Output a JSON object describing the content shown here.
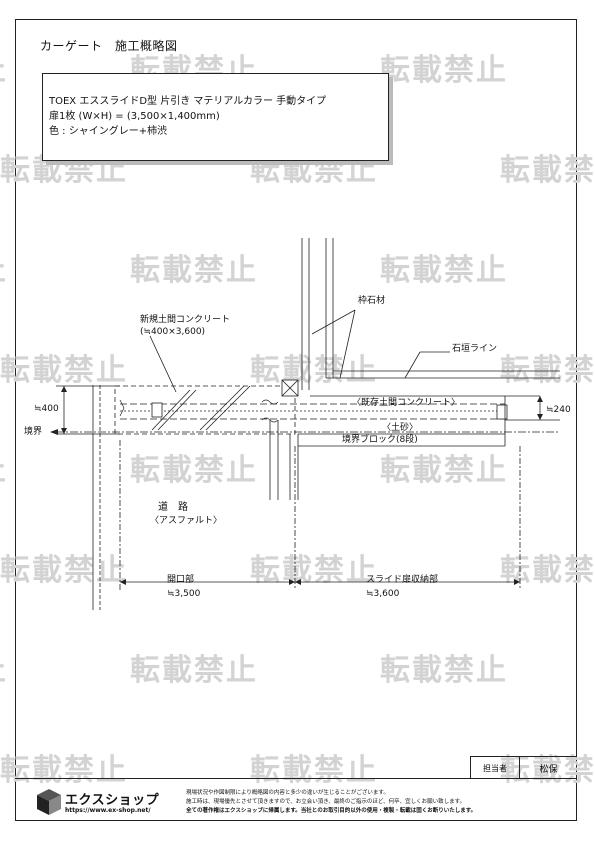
{
  "title": "カーゲート　施工概略図",
  "spec": {
    "line1": "TOEX エススライドD型 片引き マテリアルカラー 手動タイプ",
    "line2": "扉1枚 (W×H) = (3,500×1,400mm)",
    "line3": "色 : シャイングレー+柿渋"
  },
  "watermark": "転載禁止",
  "labels": {
    "new_concrete": "新規土間コンクリート",
    "new_concrete_size": "(≒400×3,600)",
    "edge_stone": "枠石材",
    "stone_wall": "石垣ライン",
    "existing_concrete": "〈既存土間コンクリート〉",
    "soil": "〈土砂〉",
    "boundary_block": "境界ブロック(8段)",
    "road": "道　路",
    "asphalt": "〈アスファルト〉",
    "dim_400": "≒400",
    "dim_240": "≒240",
    "boundary": "境界",
    "opening": "開口部",
    "opening_dim": "≒3,500",
    "storage": "スライド扉収納部",
    "storage_dim": "≒3,600"
  },
  "footer": {
    "logo": "エクスショップ",
    "url": "https://www.ex-shop.net/",
    "note1": "現場状況や作図制限により概略図の内容と多少の違いが生じることがございます。",
    "note2": "施工時は、現場優先とさせて頂きますので、お立会い頂き、最終のご指示のほど、何卒、宜しくお願い致します。",
    "note3": "全ての著作権はエクスショップに帰属します。当社とのお取引目的以外の使用・複製・転載は固くお断りいたします。",
    "stamp_label": "担当者",
    "stamp_name": "松保"
  }
}
